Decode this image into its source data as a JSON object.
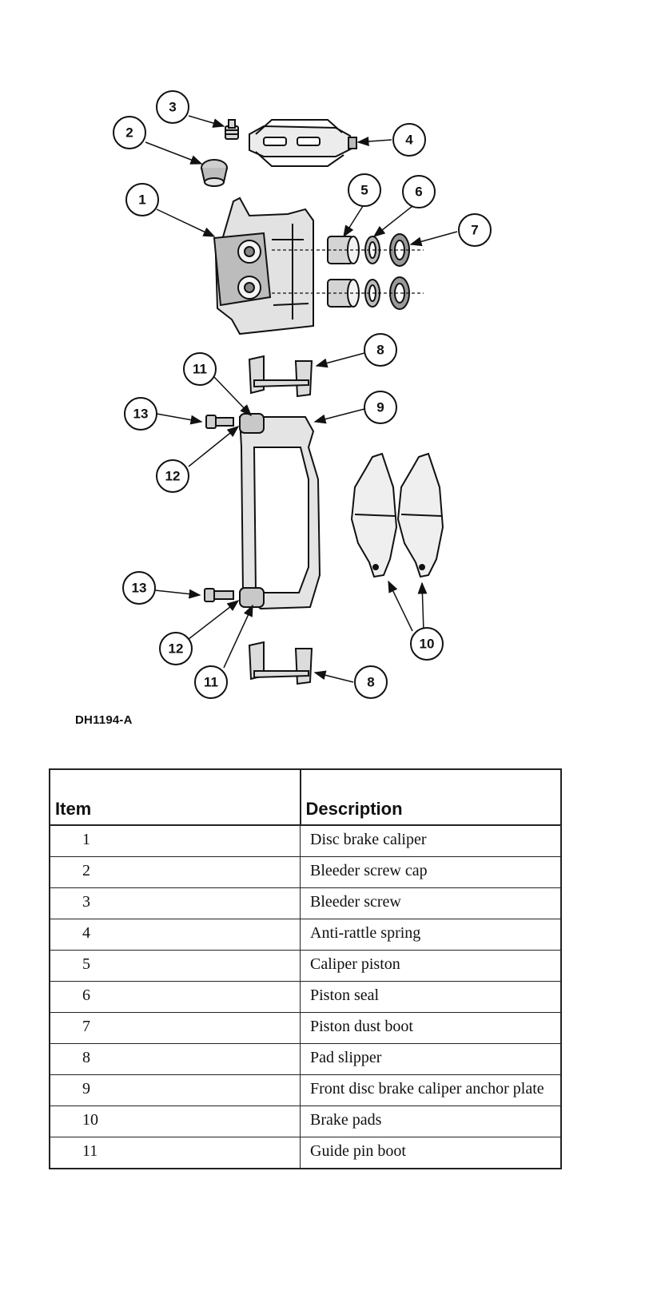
{
  "figure": {
    "code": "DH1194-A",
    "callouts": [
      "1",
      "2",
      "3",
      "4",
      "5",
      "6",
      "7",
      "8",
      "8",
      "9",
      "10",
      "11",
      "11",
      "12",
      "12",
      "13",
      "13"
    ]
  },
  "table": {
    "headers": {
      "item": "Item",
      "description": "Description"
    },
    "rows": [
      {
        "item": "1",
        "description": "Disc brake caliper"
      },
      {
        "item": "2",
        "description": "Bleeder screw cap"
      },
      {
        "item": "3",
        "description": "Bleeder screw"
      },
      {
        "item": "4",
        "description": "Anti-rattle spring"
      },
      {
        "item": "5",
        "description": "Caliper piston"
      },
      {
        "item": "6",
        "description": "Piston seal"
      },
      {
        "item": "7",
        "description": "Piston dust boot"
      },
      {
        "item": "8",
        "description": "Pad slipper"
      },
      {
        "item": "9",
        "description": "Front disc brake caliper anchor plate"
      },
      {
        "item": "10",
        "description": "Brake pads"
      },
      {
        "item": "11",
        "description": "Guide pin boot"
      }
    ]
  }
}
